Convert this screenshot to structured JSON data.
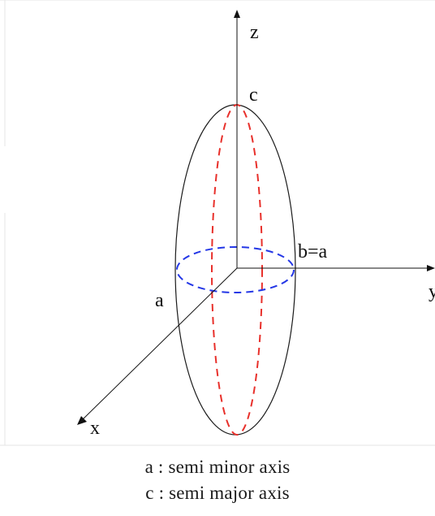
{
  "labels": {
    "z_axis": "z",
    "y_axis": "y",
    "x_axis": "x",
    "point_c": "c",
    "point_b": "b=a",
    "point_a": "a"
  },
  "legend": {
    "a_definition": "a : semi minor axis",
    "c_definition": "c : semi major axis"
  },
  "colors": {
    "outline": "#1a1a1a",
    "meridian_dashes": "#e8302b",
    "equator_dashes": "#2437e6"
  }
}
